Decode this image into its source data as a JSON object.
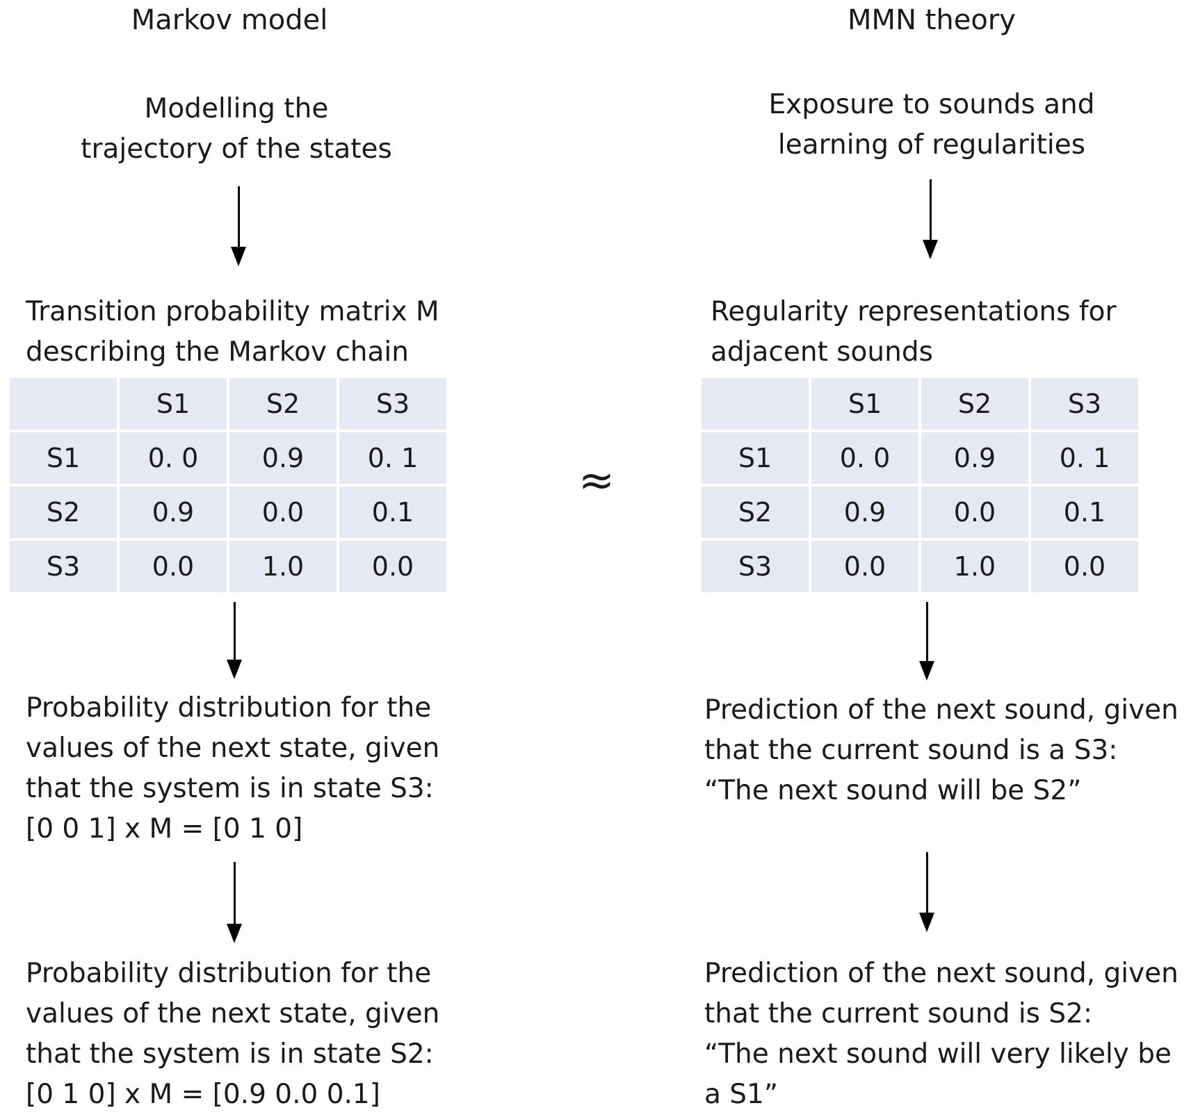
{
  "left": {
    "title": "Markov model",
    "step1": [
      "Modelling the",
      "trajectory of the states"
    ],
    "step2": [
      "Transition probability matrix M",
      "describing the Markov chain"
    ],
    "matrix": {
      "header": [
        "",
        "S1",
        "S2",
        "S3"
      ],
      "rows": [
        [
          "S1",
          "0. 0",
          "0.9",
          "0. 1"
        ],
        [
          "S2",
          "0.9",
          "0.0",
          "0.1"
        ],
        [
          "S3",
          "0.0",
          "1.0",
          "0.0"
        ]
      ]
    },
    "step3": [
      "Probability distribution for the",
      "values of the next state, given",
      "that the system is in state S3:",
      "[0 0 1] x M = [0 1 0]"
    ],
    "step4": [
      "Probability distribution for the",
      "values of the next state, given",
      "that the system is in state S2:",
      "[0 1 0] x M  = [0.9 0.0 0.1]"
    ]
  },
  "approx_symbol": "≈",
  "right": {
    "title": "MMN theory",
    "step1": [
      "Exposure to sounds and",
      "learning of regularities"
    ],
    "step2": [
      "Regularity representations for",
      "adjacent sounds"
    ],
    "matrix": {
      "header": [
        "",
        "S1",
        "S2",
        "S3"
      ],
      "rows": [
        [
          "S1",
          "0. 0",
          "0.9",
          "0. 1"
        ],
        [
          "S2",
          "0.9",
          "0.0",
          "0.1"
        ],
        [
          "S3",
          "0.0",
          "1.0",
          "0.0"
        ]
      ]
    },
    "step3": [
      "Prediction of the next sound, given",
      "that the current sound is a S3:",
      "“The next sound will be S2”"
    ],
    "step4": [
      "Prediction of the next sound, given",
      "that the current sound is S2:",
      "“The next sound will very likely be",
      "a S1”"
    ]
  }
}
